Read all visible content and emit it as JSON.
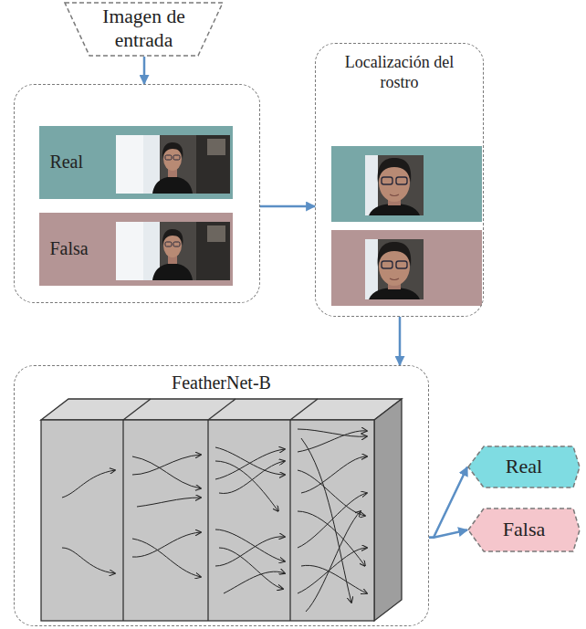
{
  "diagram": {
    "nodes": [
      {
        "text": [
          "Imagen de entrada"
        ]
      },
      {
        "text": []
      },
      {
        "text": [
          "Real"
        ],
        "in": 1
      },
      {
        "text": [
          "Falsa"
        ],
        "in": 1
      },
      {
        "text": [
          "Localización del rostro"
        ]
      },
      {
        "text": [
          "FeatherNet-B"
        ]
      },
      {
        "text": [
          "Real"
        ]
      },
      {
        "text": [
          "Falsa"
        ]
      }
    ],
    "edges": [
      {
        "from": 0,
        "to": 1,
        "arrow": "to"
      },
      {
        "from": 1,
        "to": 4,
        "arrow": "to"
      },
      {
        "from": 4,
        "to": 5,
        "arrow": "to"
      },
      {
        "from": 5,
        "to": 6,
        "arrow": "to"
      },
      {
        "from": 5,
        "to": 7,
        "arrow": "to"
      }
    ]
  }
}
